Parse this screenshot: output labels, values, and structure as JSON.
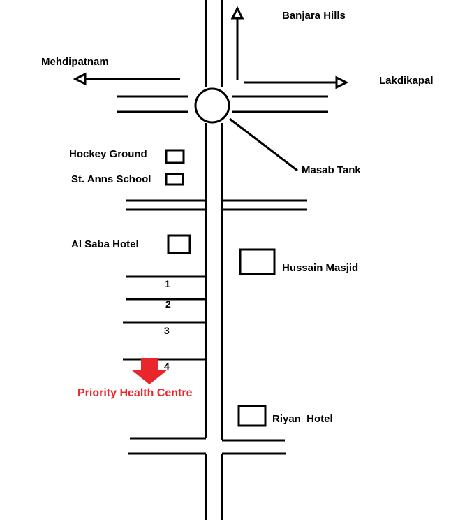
{
  "colors": {
    "road": "#000000",
    "background": "#ffffff",
    "destination": "#e8262b"
  },
  "directions": {
    "north": "Banjara Hills",
    "west": "Mehdipatnam",
    "east": "Lakdikapal"
  },
  "junction": {
    "name": "Masab Tank"
  },
  "landmarks": {
    "hockey_ground": "Hockey Ground",
    "st_anns_school": "St. Anns School",
    "al_saba_hotel": "Al Saba Hotel",
    "hussain_masjid": "Hussain Masjid",
    "riyan_hotel": "Riyan  Hotel"
  },
  "lanes": [
    "1",
    "2",
    "3",
    "4"
  ],
  "destination": {
    "name": "Priority Health Centre",
    "marker_icon": "red-down-arrow-icon"
  }
}
